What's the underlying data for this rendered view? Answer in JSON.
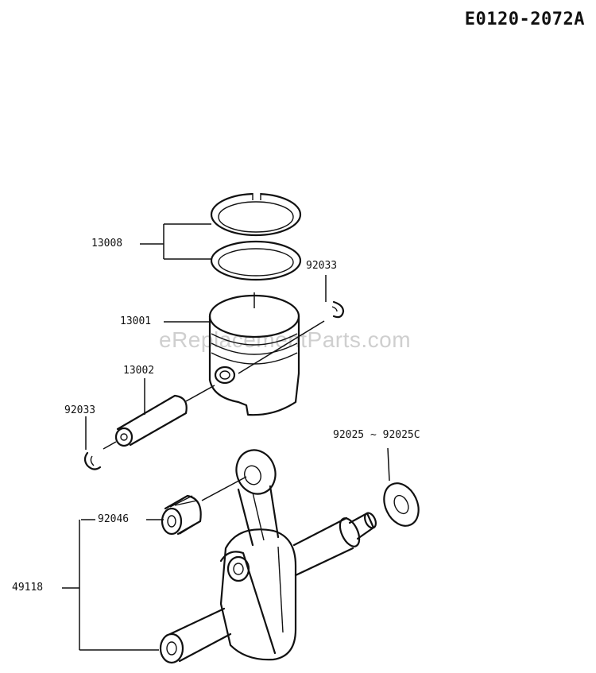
{
  "diagram_code": "E0120-2072A",
  "watermark": "eReplacementParts.com",
  "callouts": {
    "piston_rings": "13008",
    "clip_right": "92033",
    "piston": "13001",
    "piston_pin": "13002",
    "clip_left": "92033",
    "seal": "92025 ~ 92025C",
    "needle_bearing": "92046",
    "crankshaft": "49118"
  }
}
